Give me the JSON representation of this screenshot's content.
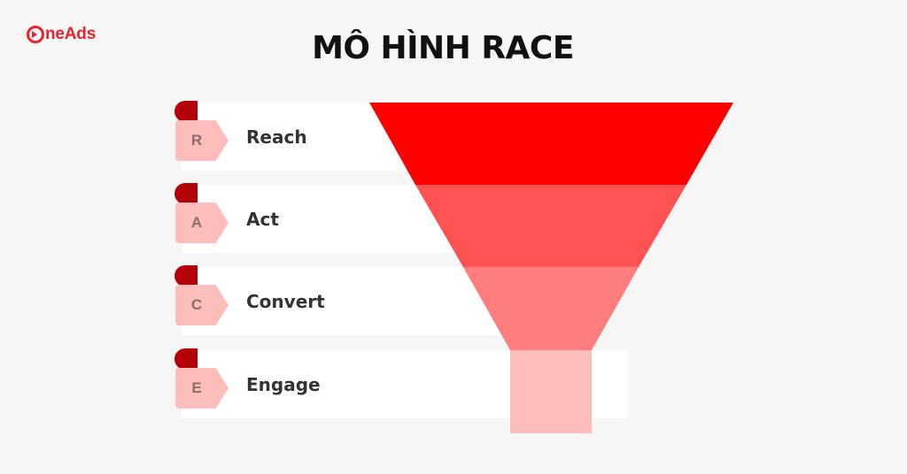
{
  "brand": {
    "logo_text": "neAds",
    "logo_icon": "play-circle-icon"
  },
  "title": "MÔ HÌNH RACE",
  "stages": [
    {
      "letter": "R",
      "label": "Reach",
      "color": "#ff0000"
    },
    {
      "letter": "A",
      "label": "Act",
      "color": "#ff5252"
    },
    {
      "letter": "C",
      "label": "Convert",
      "color": "#ff7d7d"
    },
    {
      "letter": "E",
      "label": "Engage",
      "color": "#ffbdb9"
    }
  ],
  "colors": {
    "accent": "#e8232f",
    "tab_dark": "#b30009",
    "tab_light": "#fdbdba"
  }
}
